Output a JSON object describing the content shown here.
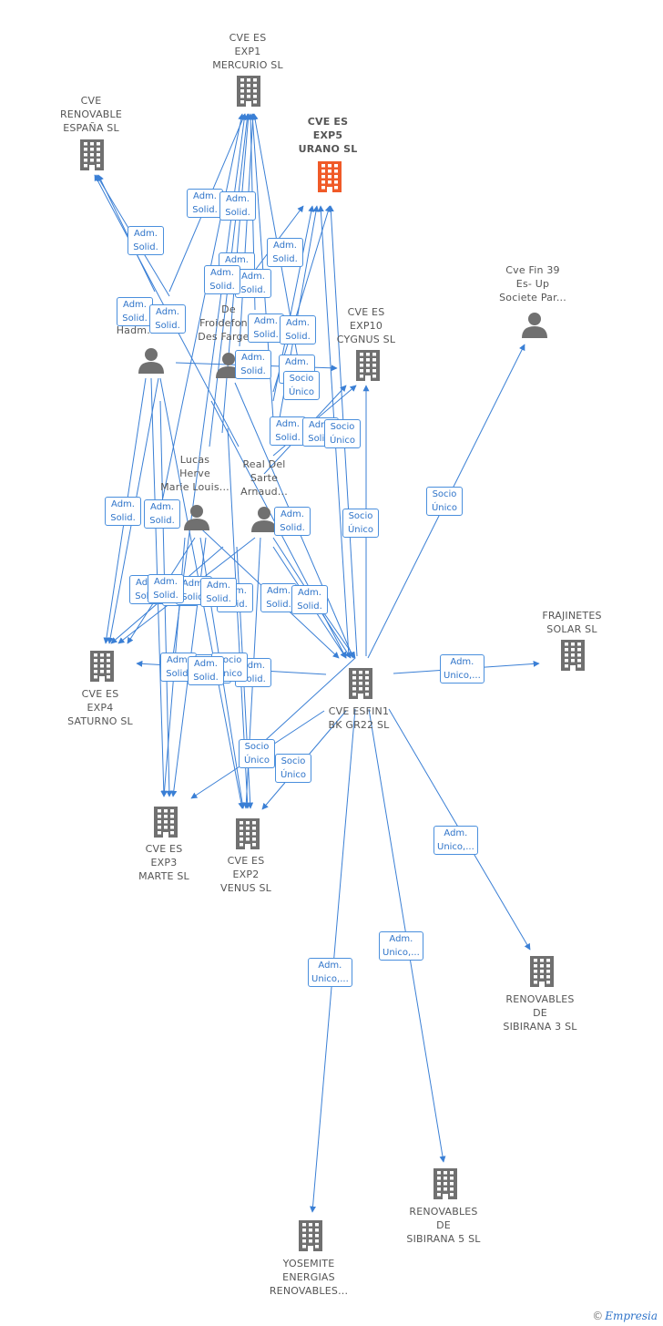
{
  "colors": {
    "edge": "#3a7fd5",
    "company": "#707070",
    "highlight": "#f05a28",
    "person": "#707070",
    "label_border": "#4a8fdd"
  },
  "nodes": [
    {
      "id": "cve-exp1",
      "type": "company",
      "label": "CVE ES\nEXP1\nMERCURIO  SL"
    },
    {
      "id": "cve-renovable",
      "type": "company",
      "label": "CVE\nRENOVABLE\nESPAÑA  SL"
    },
    {
      "id": "cve-exp5",
      "type": "company-highlight",
      "label": "CVE ES\nEXP5\nURANO  SL"
    },
    {
      "id": "cve-fin39",
      "type": "person",
      "label": "Cve Fin 39\nEs- Up\nSociete Par..."
    },
    {
      "id": "cve-exp10",
      "type": "company",
      "label": "CVE ES\nEXP10\nCYGNUS  SL"
    },
    {
      "id": "person-hadm",
      "type": "person",
      "label": "Hadm..."
    },
    {
      "id": "person-froidefond",
      "type": "person",
      "label": "De\nFroidefon...\nDes Farge..."
    },
    {
      "id": "person-lucas",
      "type": "person",
      "label": "Lucas\nHerve\nMarie Louis..."
    },
    {
      "id": "person-real",
      "type": "person",
      "label": "Real Del\nSarte\nArnaud..."
    },
    {
      "id": "frajinetes",
      "type": "company",
      "label": "FRAJINETES\nSOLAR  SL"
    },
    {
      "id": "cve-exp4",
      "type": "company",
      "label": "CVE ES\nEXP4\nSATURNO  SL"
    },
    {
      "id": "cve-esfin1",
      "type": "company",
      "label": "CVE ESFIN1\nBK GR22  SL"
    },
    {
      "id": "cve-exp3",
      "type": "company",
      "label": "CVE ES\nEXP3\nMARTE  SL"
    },
    {
      "id": "cve-exp2",
      "type": "company",
      "label": "CVE ES\nEXP2\nVENUS  SL"
    },
    {
      "id": "sibirana3",
      "type": "company",
      "label": "RENOVABLES\nDE\nSIBIRANA 3  SL"
    },
    {
      "id": "sibirana5",
      "type": "company",
      "label": "RENOVABLES\nDE\nSIBIRANA 5  SL"
    },
    {
      "id": "yosemite",
      "type": "company",
      "label": "YOSEMITE\nENERGIAS\nRENOVABLES..."
    }
  ],
  "edge_labels": [
    "Adm.\nSolid.",
    "Adm.\nSolid.",
    "Adm.\nSolid.",
    "Adm.\nSolid.",
    "Adm.\nSolid.",
    "Adm.\nSolid.",
    "Adm.\nSolid.",
    "Adm.\nSolid.",
    "Adm.\nSolid.",
    "Adm.\nSolid.",
    "Adm.\nSolid.",
    "Adm.\nSolid.",
    "Adm.\nSolid.",
    "Socio\nÚnico",
    "Adm.\nSolid.",
    "Adm.\nSolid.",
    "Socio\nÚnico",
    "Socio\nÚnico",
    "Adm.\nSolid.",
    "Adm.\nSolid.",
    "Adm.\nSolid.",
    "Adm.\nSolid.",
    "Adm.\nSolid.",
    "Adm.\nSolid.",
    "Adm.\nSolid.",
    "Adm.\nSolid.",
    "Adm.\nSolid.",
    "Adm.\nSolid.",
    "Adm.\nSolid.",
    "Socio\nÚnico",
    "Adm.\nSolid.",
    "Adm.\nSolid.",
    "Socio\nÚnico",
    "Socio\nÚnico",
    "Adm.\nUnico,...",
    "Adm.\nUnico,...",
    "Adm.\nUnico,...",
    "Adm.\nUnico,...",
    "Socio\nÚnico",
    "Adm.\nSolid.",
    "Adm.\nSolid."
  ],
  "footer": {
    "copyright": "©",
    "brand": "Empresia"
  }
}
